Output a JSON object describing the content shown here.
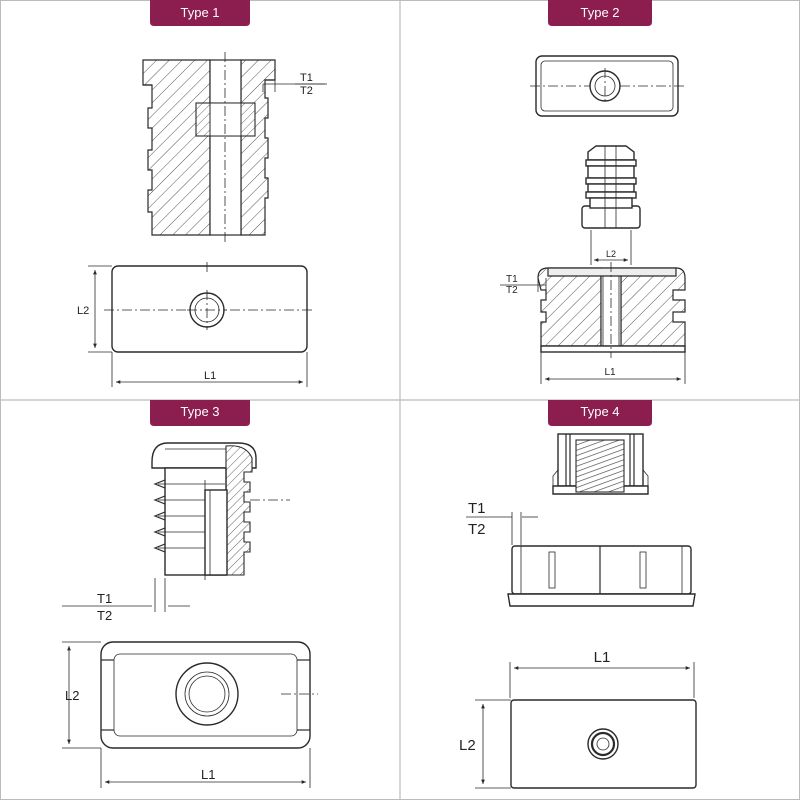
{
  "colors": {
    "tag_background": "#8c1d4f",
    "tag_text": "#ffffff",
    "panel_border": "#bbbbbb",
    "line": "#2a2a2a"
  },
  "panels": [
    {
      "id": "type-1",
      "label": "Type 1",
      "dimensions": {
        "t1": "T1",
        "t2": "T2",
        "l2": "L2",
        "l1": "L1"
      }
    },
    {
      "id": "type-2",
      "label": "Type 2",
      "dimensions": {
        "l2_top": "L2",
        "t1": "T1",
        "t2": "T2",
        "l1": "L1"
      }
    },
    {
      "id": "type-3",
      "label": "Type 3",
      "dimensions": {
        "t1": "T1",
        "t2": "T2",
        "l2": "L2",
        "l1": "L1"
      }
    },
    {
      "id": "type-4",
      "label": "Type 4",
      "dimensions": {
        "t1": "T1",
        "t2": "T2",
        "l1": "L1",
        "l2": "L2"
      }
    }
  ]
}
